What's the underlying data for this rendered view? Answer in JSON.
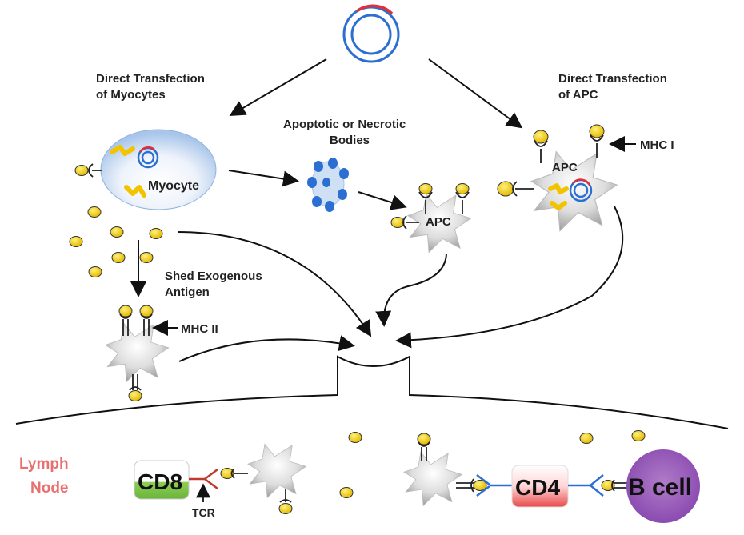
{
  "labels": {
    "direct_transfection_myocytes_1": "Direct Transfection",
    "direct_transfection_myocytes_2": "of Myocytes",
    "apoptotic_1": "Apoptotic or Necrotic",
    "apoptotic_2": "Bodies",
    "direct_transfection_apc_1": "Direct Transfection",
    "direct_transfection_apc_2": "of APC",
    "mhc1": "MHC I",
    "apc_top": "APC",
    "apc_mid": "APC",
    "myocyte": "Myocyte",
    "shed_1": "Shed Exogenous",
    "shed_2": "Antigen",
    "mhc2": "MHC II",
    "lymph_1": "Lymph",
    "lymph_2": "Node",
    "cd8": "CD8",
    "tcr": "TCR",
    "cd4": "CD4",
    "bcell": "B cell"
  },
  "colors": {
    "antigen": "#f2cc1f",
    "dna_blue": "#2a6fd1",
    "dna_red": "#e0303a",
    "apc_gray": "#c8c8c8",
    "lymph_text": "#e87070",
    "cd8_green": "#7ac043",
    "cd4_red": "#e84a4a",
    "bcell_purple": "#9b59b6",
    "tcr_red": "#c0392b"
  }
}
